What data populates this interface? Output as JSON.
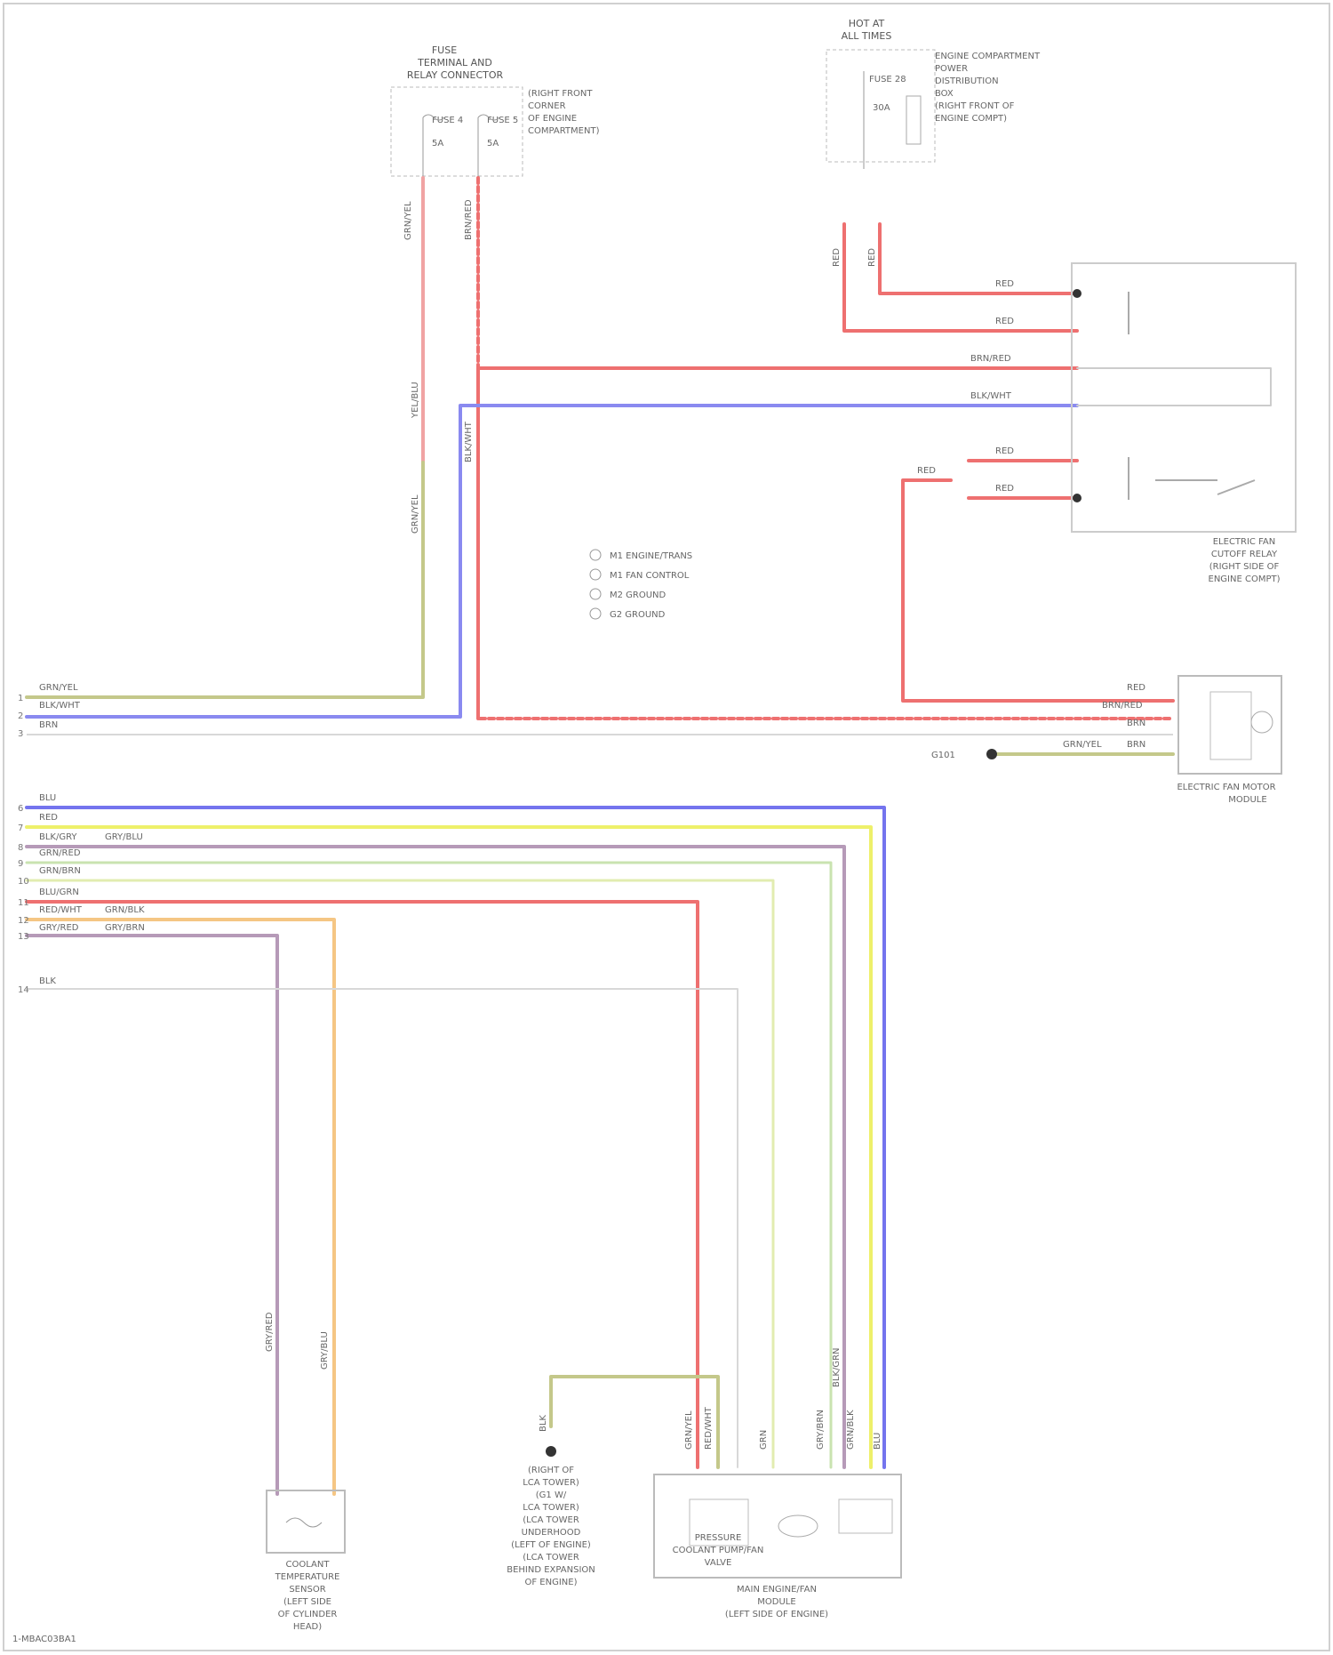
{
  "fuse_box": {
    "title_1": "FUSE",
    "title_2": "TERMINAL AND",
    "title_3": "RELAY CONNECTOR",
    "fuse_a": "FUSE 4",
    "fuse_b": "FUSE 5",
    "amp_a": "5A",
    "amp_b": "5A",
    "note_1": "(RIGHT FRONT",
    "note_2": "CORNER",
    "note_3": "OF ENGINE",
    "note_4": "COMPARTMENT)"
  },
  "hot_at": {
    "title_1": "HOT AT",
    "title_2": "ALL TIMES",
    "fuse": "FUSE 28",
    "amp": "30A",
    "desc_1": "ENGINE COMPARTMENT",
    "desc_2": "POWER",
    "desc_3": "DISTRIBUTION",
    "desc_4": "BOX",
    "desc_5": "(RIGHT FRONT OF",
    "desc_6": "ENGINE COMPT)"
  },
  "relay": {
    "label_1": "ELECTRIC FAN",
    "label_2": "CUTOFF RELAY",
    "label_3": "(RIGHT SIDE OF",
    "label_4": "ENGINE COMPT)"
  },
  "legend": {
    "item_1": "M1 ENGINE/TRANS",
    "item_2": "M1 FAN CONTROL",
    "item_3": "M2 GROUND",
    "item_4": "G2 GROUND"
  },
  "fan_module": {
    "label_1": "ELECTRIC FAN MOTOR",
    "label_2": "MODULE",
    "ground_ref": "G101"
  },
  "left_connector_top": {
    "wires": [
      "GRN/YEL",
      "BLK/WHT",
      "BRN"
    ],
    "pins": [
      "1",
      "2",
      "3"
    ]
  },
  "left_connector_bottom": {
    "wires": [
      "BLU",
      "RED",
      "BLK/GRY",
      "GRN/RED",
      "GRN/BRN",
      "BLU/GRN",
      "RED/WHT",
      "GRY/RED",
      "BLK"
    ],
    "pins": [
      "6",
      "7",
      "8",
      "9",
      "10",
      "11",
      "12",
      "13",
      "14"
    ],
    "side_labels": [
      "GRY/BLU",
      "GRN/BLK",
      "GRY/BRN"
    ]
  },
  "wire_labels": {
    "top_left_1": "YEL/BLU",
    "top_left_2": "GRN/YEL",
    "v_top_a": "GRN/YEL",
    "v_top_b": "BRN/RED",
    "v_mid_a": "GRN/YEL",
    "v_mid_b": "BLK/WHT",
    "relay_w1": "RED",
    "relay_w2": "RED",
    "relay_w3": "BRN/RED",
    "relay_w4": "BLK/WHT",
    "relay_w5": "RED",
    "relay_w6": "RED",
    "relay_w7": "RED",
    "fan_w1": "RED",
    "fan_w2": "BRN/RED",
    "fan_w3": "BRN",
    "fan_w4": "GRN/YEL",
    "fan_w5": "BRN",
    "pdb_v1": "RED",
    "pdb_v2": "RED"
  },
  "bottom": {
    "temp_sensor_1": "COOLANT",
    "temp_sensor_2": "TEMPERATURE",
    "temp_sensor_3": "SENSOR",
    "temp_sensor_4": "(LEFT SIDE",
    "temp_sensor_5": "OF CYLINDER",
    "temp_sensor_6": "HEAD)",
    "ground_1": "(RIGHT OF",
    "ground_2": "LCA TOWER)",
    "ground_3": "(G1 W/",
    "ground_4": "LCA TOWER)",
    "ground_5": "(LCA TOWER",
    "ground_6": "UNDERHOOD",
    "ground_7": "(LEFT OF ENGINE)",
    "ground_8": "(LCA TOWER",
    "ground_9": "BEHIND EXPANSION",
    "ground_10": "OF ENGINE)",
    "valve_1": "PRESSURE",
    "valve_2": "COOLANT PUMP/FAN",
    "valve_3": "VALVE",
    "module_1": "MAIN ENGINE/FAN",
    "module_2": "MODULE",
    "module_3": "(LEFT SIDE OF ENGINE)",
    "v_labels": [
      "GRY/RED",
      "GRY/BLU",
      "BLK",
      "GRN/YEL",
      "RED/WHT",
      "GRN",
      "GRY/BRN",
      "BLK/GRN",
      "GRN/BLK",
      "BLU"
    ],
    "footer_ref": "1-MBAC03BA1"
  },
  "colors": {
    "red": "#ee6a6a",
    "blue": "#6f6ff0",
    "olive": "#bcc17c",
    "yellow": "#eef06a",
    "purple": "#b697b8",
    "orange": "#f5c27a",
    "pink": "#f0a6a6",
    "green_light": "#c6e2a8",
    "line": "#b8b8b8"
  }
}
